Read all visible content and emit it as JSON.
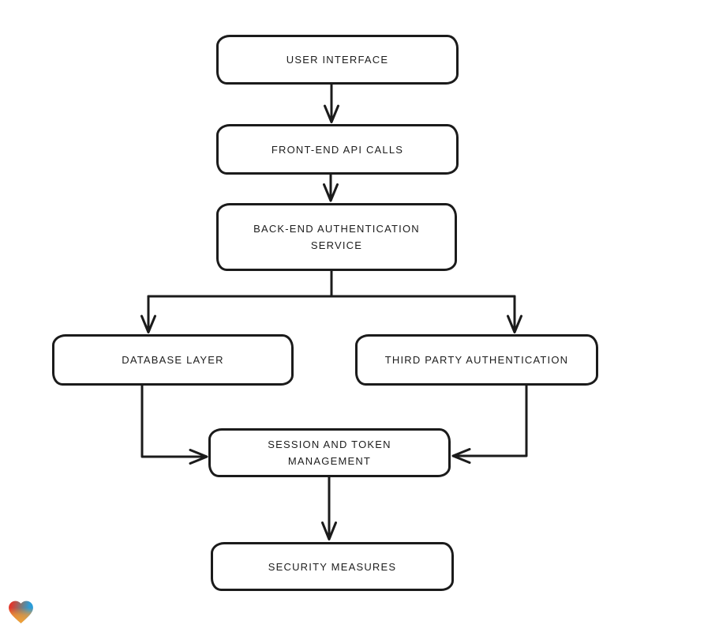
{
  "diagram": {
    "nodes": [
      {
        "id": "user-interface",
        "label": "USER INTERFACE"
      },
      {
        "id": "front-end-api-calls",
        "label": "FRONT-END API CALLS"
      },
      {
        "id": "back-end-authentication-service",
        "label": "BACK-END AUTHENTICATION SERVICE"
      },
      {
        "id": "database-layer",
        "label": "DATABASE LAYER"
      },
      {
        "id": "third-party-authentication",
        "label": "THIRD PARTY AUTHENTICATION"
      },
      {
        "id": "session-and-token-management",
        "label": "SESSION AND TOKEN MANAGEMENT"
      },
      {
        "id": "security-measures",
        "label": "SECURITY MEASURES"
      }
    ],
    "edges": [
      {
        "from": "user-interface",
        "to": "front-end-api-calls"
      },
      {
        "from": "front-end-api-calls",
        "to": "back-end-authentication-service"
      },
      {
        "from": "back-end-authentication-service",
        "to": "database-layer"
      },
      {
        "from": "back-end-authentication-service",
        "to": "third-party-authentication"
      },
      {
        "from": "database-layer",
        "to": "session-and-token-management"
      },
      {
        "from": "third-party-authentication",
        "to": "session-and-token-management"
      },
      {
        "from": "session-and-token-management",
        "to": "security-measures"
      }
    ],
    "colors": {
      "background": "#ffffff",
      "node_fill": "#ffffff",
      "stroke": "#1b1b1b",
      "text": "#1d1d1d"
    },
    "watermark": {
      "icon": "heart-icon",
      "gradient": [
        "#e2362c",
        "#2b9cd8",
        "#f49932"
      ]
    }
  }
}
